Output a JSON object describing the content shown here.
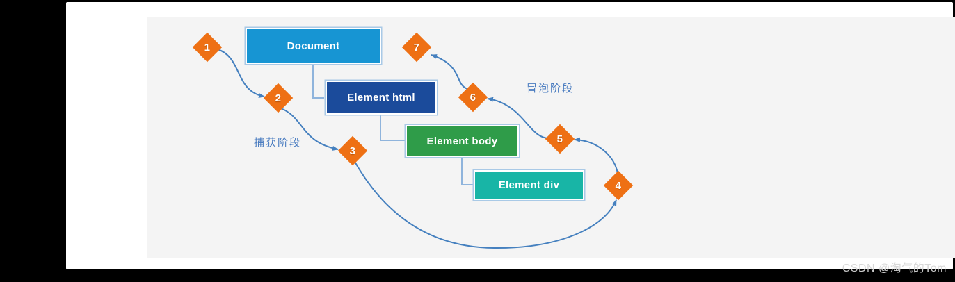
{
  "diagram": {
    "nodes": [
      {
        "id": "document",
        "label": "Document",
        "color": "#1795d3"
      },
      {
        "id": "element-html",
        "label": "Element html",
        "color": "#1b4b9b"
      },
      {
        "id": "element-body",
        "label": "Element body",
        "color": "#2f9c49"
      },
      {
        "id": "element-div",
        "label": "Element div",
        "color": "#18b5a6"
      }
    ],
    "steps": [
      "1",
      "2",
      "3",
      "4",
      "5",
      "6",
      "7"
    ],
    "phase_labels": {
      "capture": "捕获阶段",
      "bubble": "冒泡阶段"
    },
    "colors": {
      "diamond": "#ee7014",
      "arrow": "#4580bf",
      "connector": "#8fb4dc",
      "phase_label": "#4a7cc0",
      "panel_bg": "#f4f4f4",
      "node_text": "#ffffff"
    }
  },
  "watermark": "CSDN @淘气的Tom"
}
